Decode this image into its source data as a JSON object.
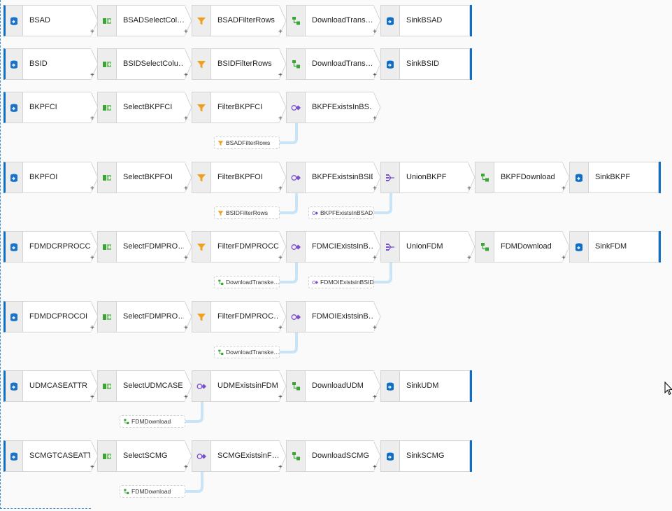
{
  "rows": [
    {
      "nodes": [
        {
          "label": "BSAD",
          "type": "source"
        },
        {
          "label": "BSADSelectCol…",
          "type": "select"
        },
        {
          "label": "BSADFilterRows",
          "type": "filter"
        },
        {
          "label": "DownloadTrans…",
          "type": "derived"
        },
        {
          "label": "SinkBSAD",
          "type": "sink"
        }
      ],
      "refs": []
    },
    {
      "nodes": [
        {
          "label": "BSID",
          "type": "source"
        },
        {
          "label": "BSIDSelectColu…",
          "type": "select"
        },
        {
          "label": "BSIDFilterRows",
          "type": "filter"
        },
        {
          "label": "DownloadTrans…",
          "type": "derived"
        },
        {
          "label": "SinkBSID",
          "type": "sink"
        }
      ],
      "refs": []
    },
    {
      "nodes": [
        {
          "label": "BKPFCI",
          "type": "source"
        },
        {
          "label": "SelectBKPFCI",
          "type": "select"
        },
        {
          "label": "FilterBKPFCI",
          "type": "filter"
        },
        {
          "label": "BKPFExistsInBS…",
          "type": "exists"
        }
      ],
      "refs": [
        {
          "label": "BSADFilterRows",
          "icon": "filter",
          "col": 3
        }
      ]
    },
    {
      "nodes": [
        {
          "label": "BKPFOI",
          "type": "source"
        },
        {
          "label": "SelectBKPFOI",
          "type": "select"
        },
        {
          "label": "FilterBKPFOI",
          "type": "filter"
        },
        {
          "label": "BKPFExistsinBSID",
          "type": "exists"
        },
        {
          "label": "UnionBKPF",
          "type": "union"
        },
        {
          "label": "BKPFDownload",
          "type": "derived"
        },
        {
          "label": "SinkBKPF",
          "type": "sink"
        }
      ],
      "refs": [
        {
          "label": "BSIDFilterRows",
          "icon": "filter",
          "col": 3
        },
        {
          "label": "BKPFExistsInBSAD",
          "icon": "exists",
          "col": 4
        }
      ]
    },
    {
      "nodes": [
        {
          "label": "FDMDCRPROCCI",
          "type": "source"
        },
        {
          "label": "SelectFDMPRO…",
          "type": "select"
        },
        {
          "label": "FilterFDMPROCCI",
          "type": "filter"
        },
        {
          "label": "FDMCIExistsInB…",
          "type": "exists"
        },
        {
          "label": "UnionFDM",
          "type": "union"
        },
        {
          "label": "FDMDownload",
          "type": "derived"
        },
        {
          "label": "SinkFDM",
          "type": "sink"
        }
      ],
      "refs": [
        {
          "label": "DownloadTranske…",
          "icon": "derived",
          "col": 3
        },
        {
          "label": "FDMOIExistsinBSID",
          "icon": "exists",
          "col": 4
        }
      ]
    },
    {
      "nodes": [
        {
          "label": "FDMDCPROCOI",
          "type": "source"
        },
        {
          "label": "SelectFDMPRO…",
          "type": "select"
        },
        {
          "label": "FilterFDMPROC…",
          "type": "filter"
        },
        {
          "label": "FDMOIExistsinB…",
          "type": "exists"
        }
      ],
      "refs": [
        {
          "label": "DownloadTranske…",
          "icon": "derived",
          "col": 3
        }
      ]
    },
    {
      "nodes": [
        {
          "label": "UDMCASEATTR",
          "type": "source"
        },
        {
          "label": "SelectUDMCASE",
          "type": "select"
        },
        {
          "label": "UDMExistsinFDM",
          "type": "exists"
        },
        {
          "label": "DownloadUDM",
          "type": "derived"
        },
        {
          "label": "SinkUDM",
          "type": "sink"
        }
      ],
      "refs": [
        {
          "label": "FDMDownload",
          "icon": "derived",
          "col": 2
        }
      ]
    },
    {
      "nodes": [
        {
          "label": "SCMGTCASEATTR",
          "type": "source"
        },
        {
          "label": "SelectSCMG",
          "type": "select"
        },
        {
          "label": "SCMGExistsinF…",
          "type": "exists"
        },
        {
          "label": "DownloadSCMG",
          "type": "derived"
        },
        {
          "label": "SinkSCMG",
          "type": "sink"
        }
      ],
      "refs": [
        {
          "label": "FDMDownload",
          "icon": "derived",
          "col": 2
        }
      ]
    }
  ],
  "plus_symbol": "+",
  "colors": {
    "source": "#1a73c8",
    "sink": "#0f6fc6",
    "select": "#3aa535",
    "filter": "#f0a020",
    "exists": "#7c4fd0",
    "union": "#7c4fd0",
    "derived": "#3aa535",
    "link": "#c9e3f7"
  },
  "icons": {
    "source": "source-icon",
    "select": "select-icon",
    "filter": "filter-icon",
    "exists": "exists-icon",
    "union": "union-icon",
    "derived": "derived-column-icon",
    "sink": "sink-icon"
  }
}
